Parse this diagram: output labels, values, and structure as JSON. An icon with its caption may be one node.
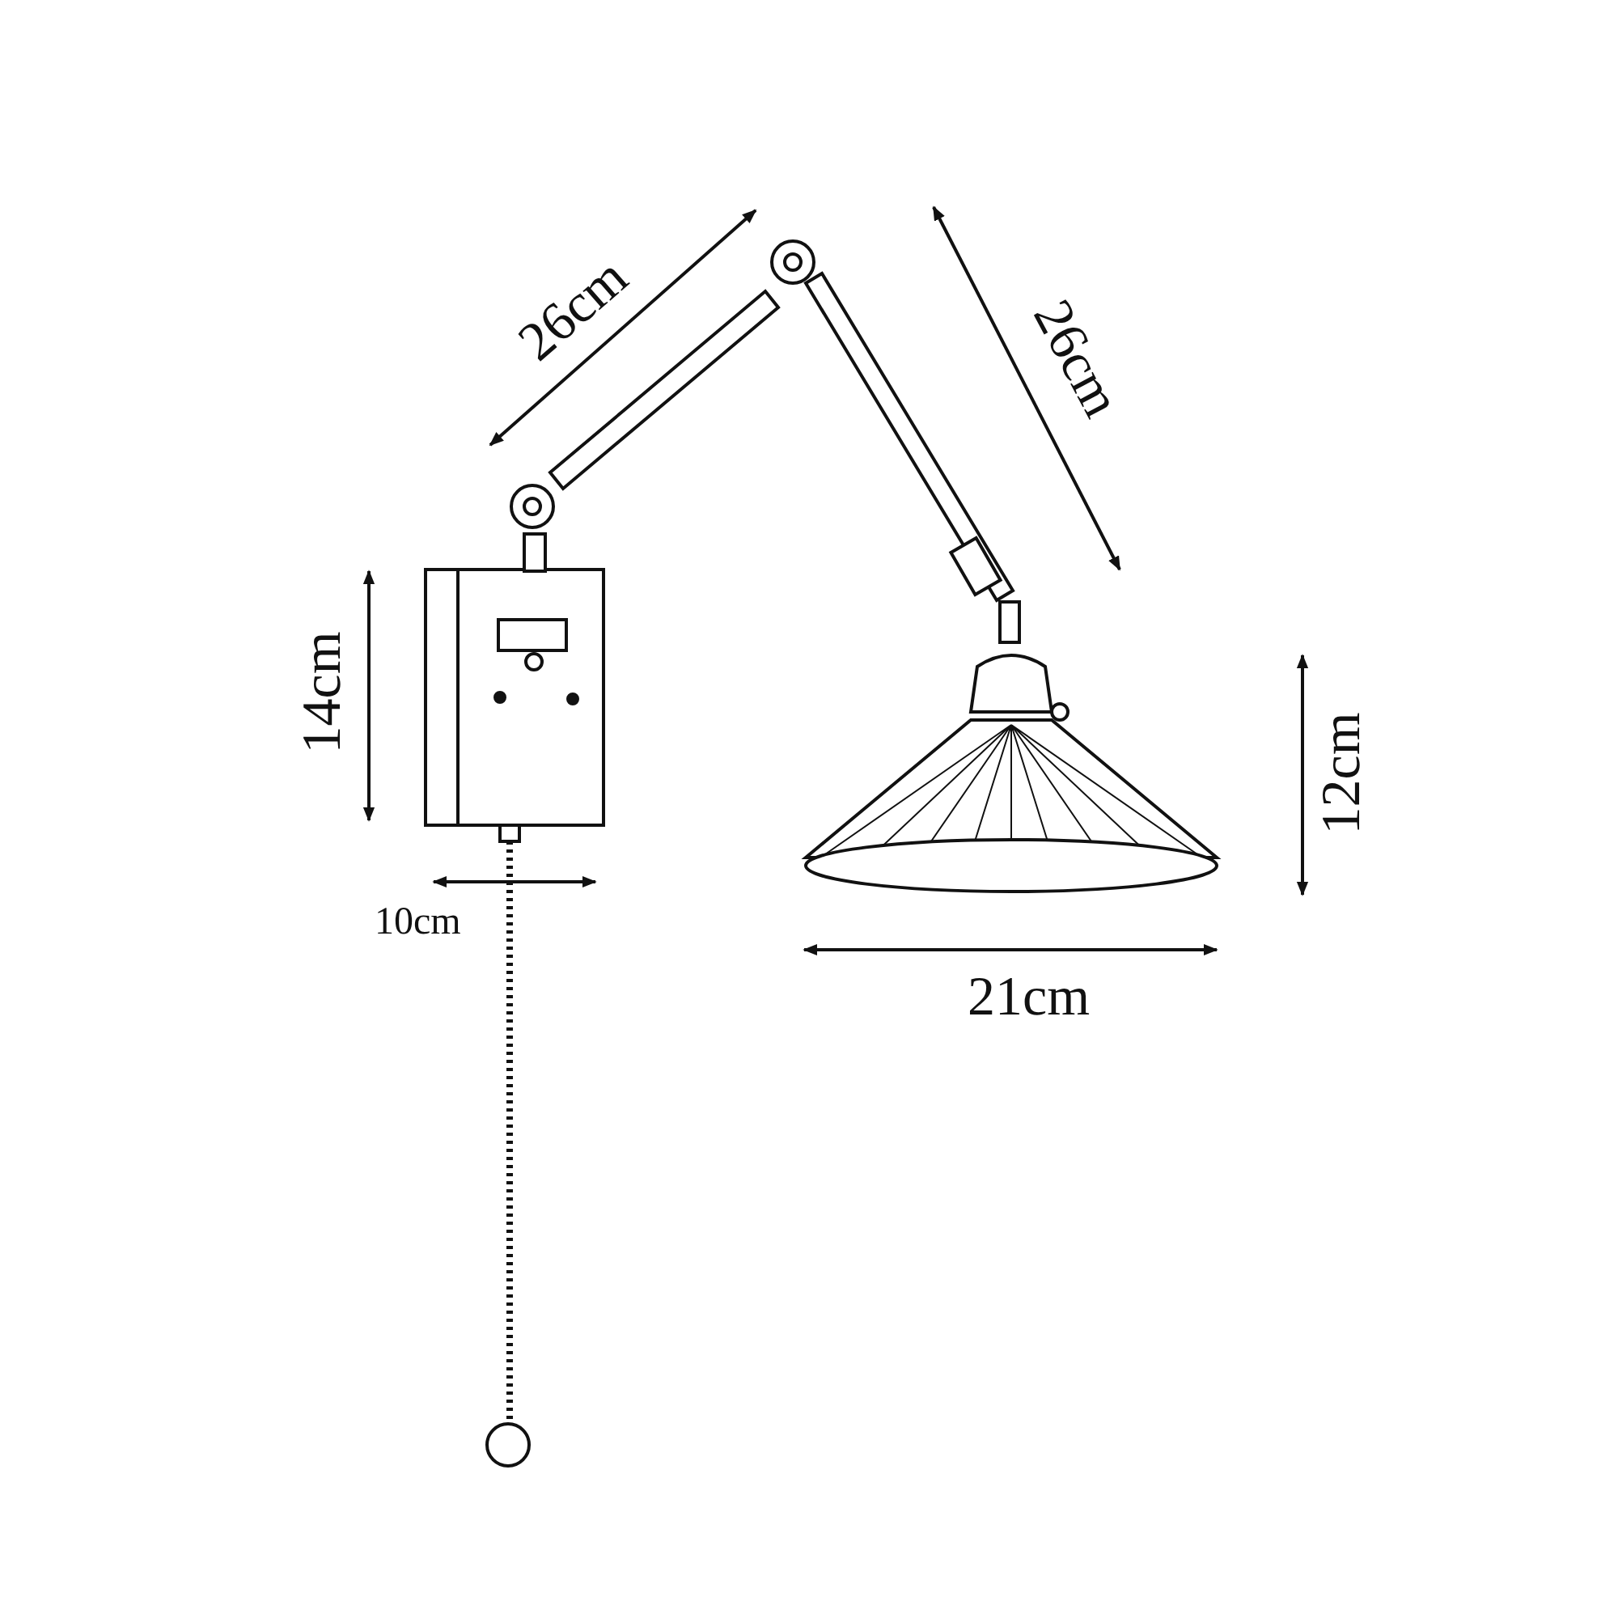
{
  "diagram": {
    "labels": [
      "26cm",
      "26cm",
      "14cm",
      "12cm",
      "10cm",
      "21cm"
    ]
  }
}
